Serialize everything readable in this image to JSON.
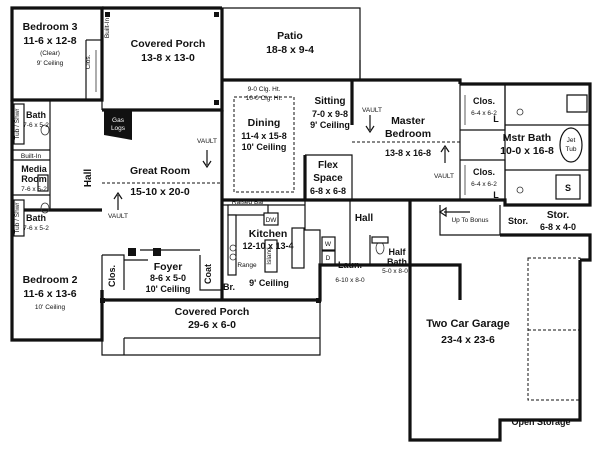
{
  "rooms": {
    "bedroom3": {
      "name": "Bedroom 3",
      "dims": "11-6 x 12-8",
      "note1": "(Clear)",
      "note2": "9' Ceiling"
    },
    "covered_porch_rear": {
      "name": "Covered Porch",
      "dims": "13-8 x 13-0"
    },
    "patio": {
      "name": "Patio",
      "dims": "18-8 x 9-4"
    },
    "dining": {
      "clg1": "9-0 Clg. Ht.",
      "clg2": "10-0 Clg. Ht.",
      "name": "Dining",
      "dims": "11-4 x 15-8",
      "note": "10' Ceiling"
    },
    "sitting": {
      "name": "Sitting",
      "dims": "7-0 x 9-8",
      "note": "9' Ceiling"
    },
    "master_bedroom": {
      "name1": "Master",
      "name2": "Bedroom",
      "dims": "13-8 x 16-8",
      "vault1": "VAULT",
      "vault2": "VAULT"
    },
    "master_closet_top": {
      "name": "Clos.",
      "dims": "6-4 x 6-2"
    },
    "master_closet_bottom": {
      "name": "Clos.",
      "dims": "6-4 x 6-2"
    },
    "master_bath": {
      "name": "Mstr Bath",
      "dims": "10-0 x 16-8",
      "tub1": "Jet",
      "tub2": "Tub",
      "shower": "S"
    },
    "bath_upper": {
      "name": "Bath",
      "dims": "7-6 x 5-2",
      "tub": "Tub / Shwr"
    },
    "media_room": {
      "name1": "Media",
      "name2": "Room",
      "dims": "7-6 x 5-2",
      "builtin": "Built-In"
    },
    "bath_lower": {
      "name": "Bath",
      "dims": "7-6 x 5-2",
      "tub": "Tub / Shwr"
    },
    "hall_west": {
      "name": "Hall"
    },
    "great_room": {
      "name": "Great Room",
      "dims": "15-10 x 20-0",
      "vault1": "VAULT",
      "vault2": "VAULT",
      "gas1": "Gas",
      "gas2": "Logs"
    },
    "flex_space": {
      "name1": "Flex",
      "name2": "Space",
      "dims": "6-8 x 6-8"
    },
    "hall_east": {
      "name": "Hall"
    },
    "kitchen": {
      "name": "Kitchen",
      "dims": "12-10 x 13-4",
      "note": "9' Ceiling",
      "raised_bar": "Raised Bar",
      "dw": "DW",
      "island": "Island",
      "range": "Range",
      "br": "Br."
    },
    "laundry": {
      "name": "Laun.",
      "dims": "6-10 x 8-0",
      "w": "W",
      "d": "D"
    },
    "half_bath": {
      "name1": "Half",
      "name2": "Bath",
      "dims": "5-0 x 8-0"
    },
    "up_to_bonus": {
      "label": "Up To Bonus"
    },
    "storage_small": {
      "name": "Stor."
    },
    "storage_garage": {
      "name": "Stor.",
      "dims": "6-8 x 4-0"
    },
    "bedroom2": {
      "name": "Bedroom 2",
      "dims": "11-6 x 13-6",
      "note": "10' Ceiling"
    },
    "closet_b2": {
      "name": "Clos."
    },
    "closet_b3": {
      "name": "Clos."
    },
    "builtin_b3": {
      "name": "Built-In"
    },
    "foyer": {
      "name": "Foyer",
      "dims": "8-6 x 5-0",
      "note": "10' Ceiling"
    },
    "coat": {
      "name": "Coat"
    },
    "covered_porch_front": {
      "name": "Covered Porch",
      "dims": "29-6 x 6-0"
    },
    "garage": {
      "name": "Two Car Garage",
      "dims": "23-4 x 23-6"
    },
    "open_storage": {
      "name": "Open Storage"
    },
    "mbath_l_top": {
      "name": "L"
    },
    "mbath_l_bottom": {
      "name": "L"
    }
  }
}
